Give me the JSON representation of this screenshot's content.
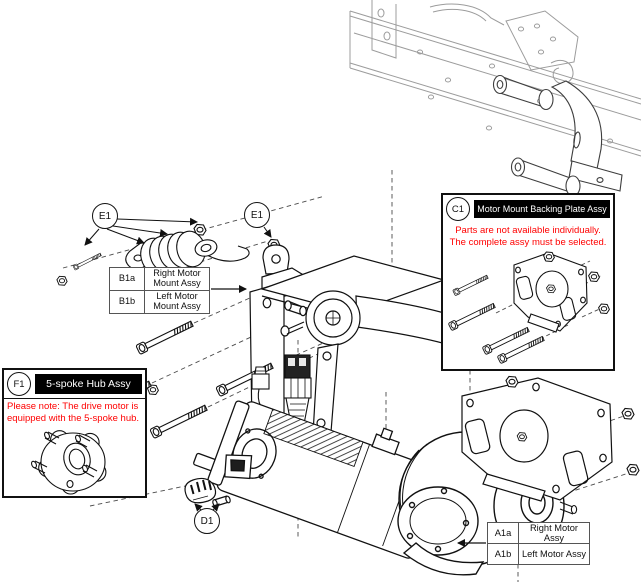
{
  "palette": {
    "line": "#111111",
    "frame": "#9c9c9c",
    "note_red": "#ff0000",
    "header_bg": "#000000",
    "header_fg": "#ffffff",
    "background": "#ffffff"
  },
  "callouts": {
    "e1_upper": "E1",
    "e1_mount": "E1",
    "d1": "D1"
  },
  "c1_box": {
    "label": "C1",
    "title": "Motor Mount Backing Plate Assy",
    "note1": "Parts are not available individually.",
    "note2": "The complete assy must be selected."
  },
  "f1_box": {
    "label": "F1",
    "title": "5-spoke Hub Assy",
    "note1": "Please note: The drive motor is",
    "note2": "equipped with the 5-spoke hub."
  },
  "b1_table": {
    "rows": [
      {
        "code": "B1a",
        "desc": "Right Motor Mount Assy"
      },
      {
        "code": "B1b",
        "desc": "Left Motor Mount Assy"
      }
    ]
  },
  "a1_table": {
    "rows": [
      {
        "code": "A1a",
        "desc": "Right Motor Assy"
      },
      {
        "code": "A1b",
        "desc": "Left Motor Assy"
      }
    ]
  }
}
